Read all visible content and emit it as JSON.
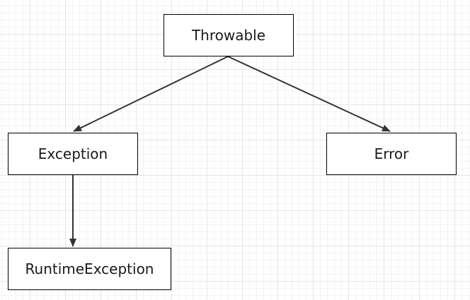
{
  "nodes": {
    "throwable": "Throwable",
    "exception": "Exception",
    "error": "Error",
    "runtime_exception": "RuntimeException"
  },
  "edges": [
    {
      "from": "Throwable",
      "to": "Exception"
    },
    {
      "from": "Throwable",
      "to": "Error"
    },
    {
      "from": "Exception",
      "to": "RuntimeException"
    }
  ],
  "colors": {
    "line": "#333333",
    "border": "#000000",
    "grid": "#e6e6e6"
  }
}
